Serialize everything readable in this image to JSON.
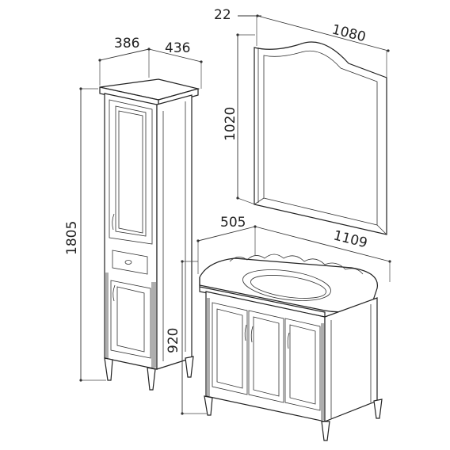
{
  "dimensions": {
    "mirror_depth": "22",
    "mirror_width": "1080",
    "mirror_height": "1020",
    "cabinet_width": "386",
    "cabinet_depth": "436",
    "cabinet_height": "1805",
    "vanity_depth": "505",
    "vanity_width": "1109",
    "vanity_height": "920"
  },
  "colors": {
    "line": "#222222",
    "background": "#ffffff"
  }
}
